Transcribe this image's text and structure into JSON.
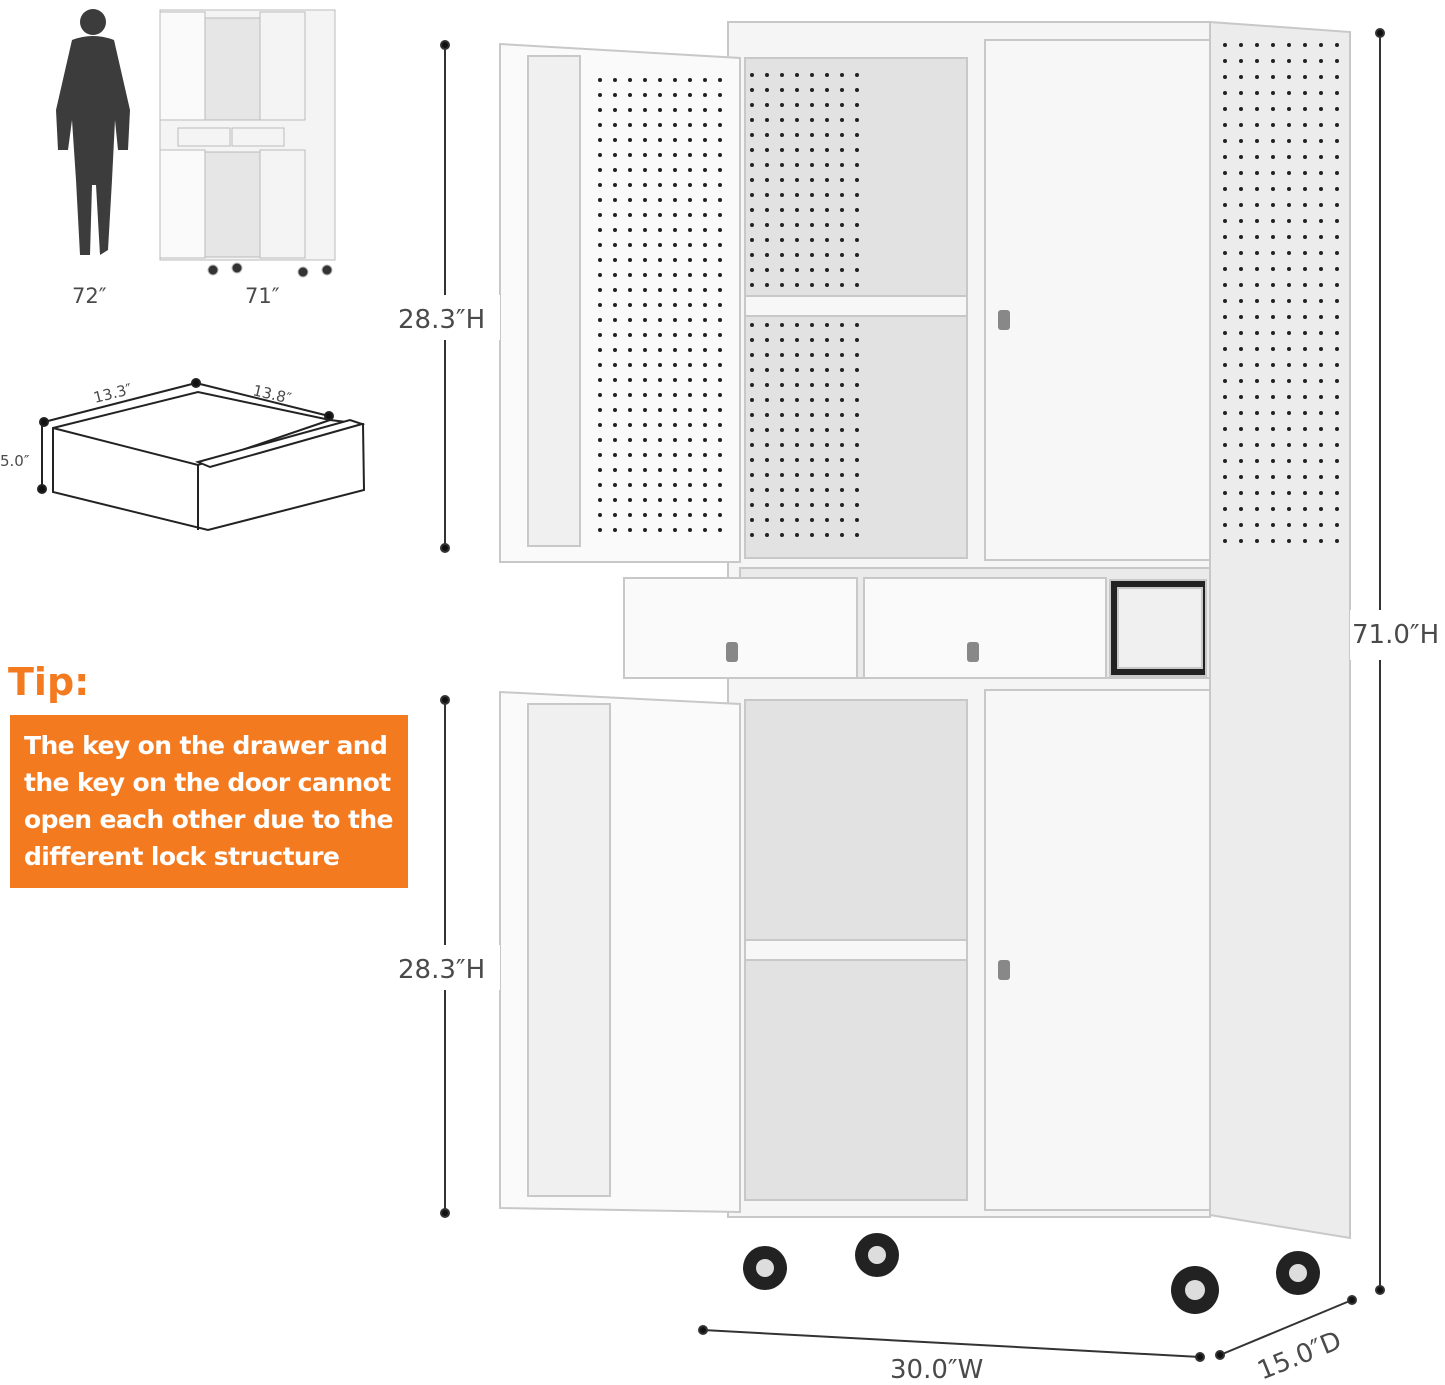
{
  "comparison": {
    "person_height": "72″",
    "cabinet_height": "71″"
  },
  "drawer": {
    "width": "13.3″",
    "depth": "13.8″",
    "height": "5.0″"
  },
  "tip": {
    "title": "Tip:",
    "lines": [
      "The key on the drawer and",
      "the key on the door cannot",
      "open each other due to the",
      "different lock structure"
    ]
  },
  "dimensions": {
    "upper_height": "28.3″H",
    "lower_height": "28.3″H",
    "total_height": "71.0″H",
    "width": "30.0″W",
    "depth": "15.0″D"
  },
  "colors": {
    "accent": "#f47a20",
    "cabinet": "#f2f2f2",
    "text": "#4a4a4a"
  }
}
